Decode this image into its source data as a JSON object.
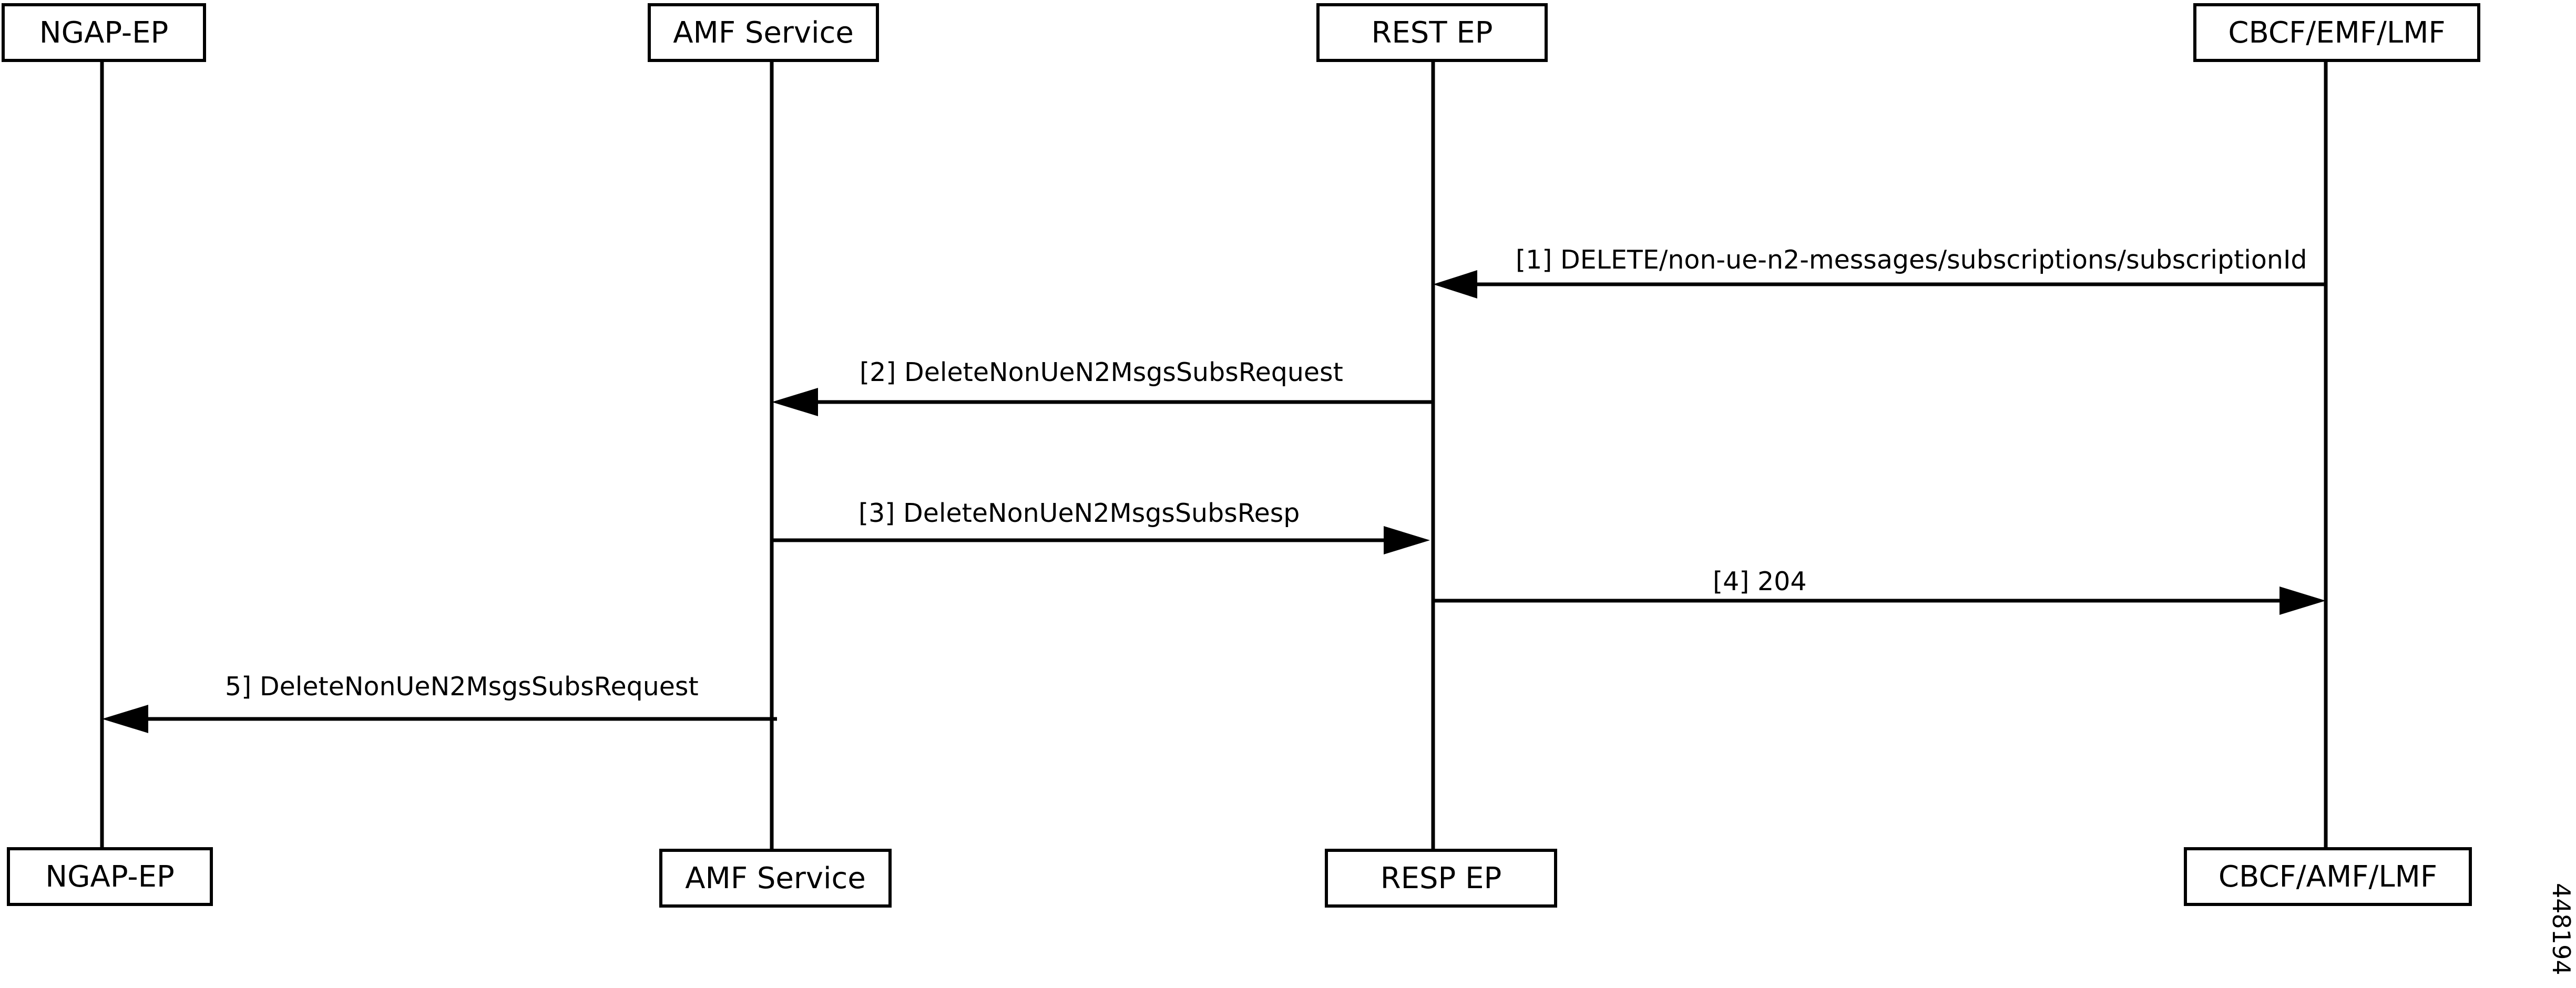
{
  "participants_top": [
    {
      "name": "NGAP-EP"
    },
    {
      "name": "AMF Service"
    },
    {
      "name": "REST EP"
    },
    {
      "name": "CBCF/EMF/LMF"
    }
  ],
  "participants_bottom": [
    {
      "name": "NGAP-EP"
    },
    {
      "name": "AMF Service"
    },
    {
      "name": "RESP EP"
    },
    {
      "name": "CBCF/AMF/LMF"
    }
  ],
  "messages": [
    {
      "label": "[1] DELETE/non-ue-n2-messages/subscriptions/subscriptionId",
      "from": "CBCF/EMF/LMF",
      "to": "REST EP"
    },
    {
      "label": "[2] DeleteNonUeN2MsgsSubsRequest",
      "from": "REST EP",
      "to": "AMF Service"
    },
    {
      "label": "[3] DeleteNonUeN2MsgsSubsResp",
      "from": "AMF Service",
      "to": "REST EP"
    },
    {
      "label": "[4] 204",
      "from": "REST EP",
      "to": "CBCF/EMF/LMF"
    },
    {
      "label": "5] DeleteNonUeN2MsgsSubsRequest",
      "from": "AMF Service",
      "to": "NGAP-EP"
    }
  ],
  "figure_id": "448194"
}
